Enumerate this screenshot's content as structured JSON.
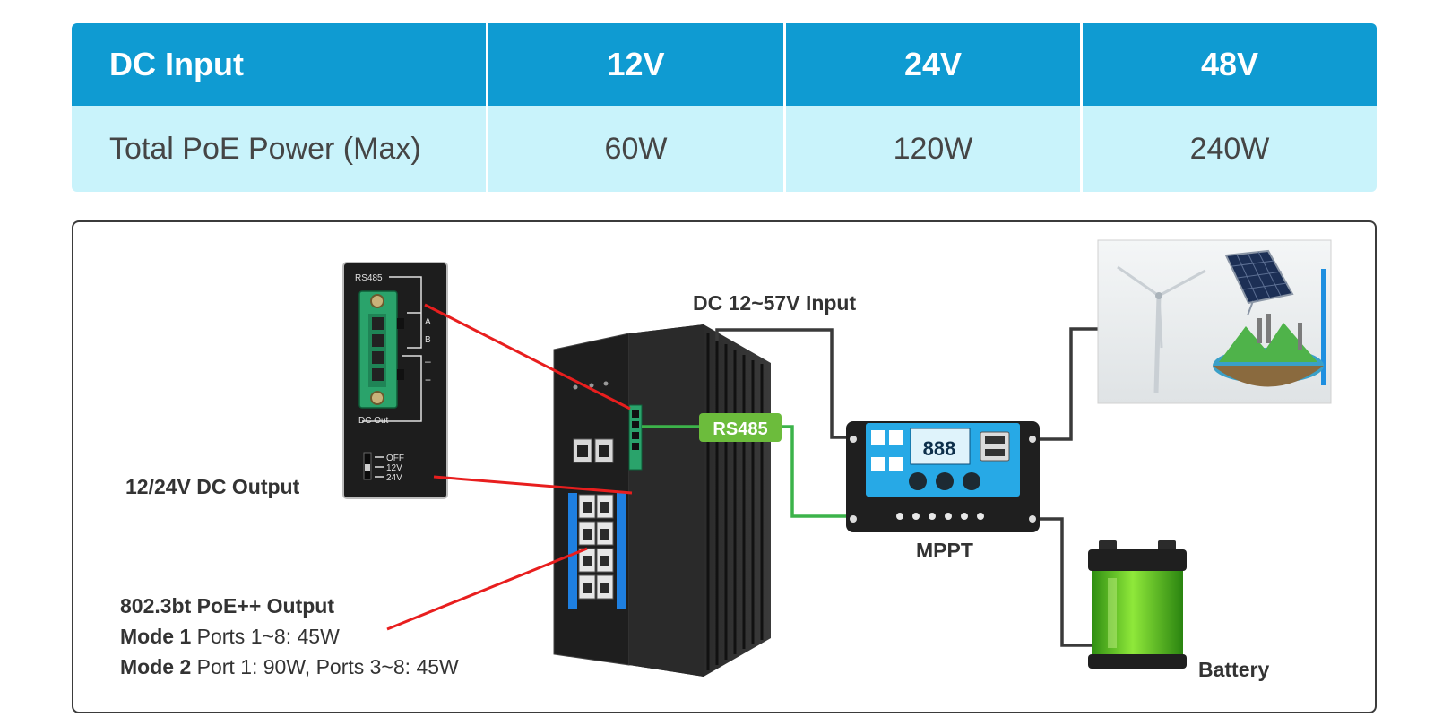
{
  "spec_table": {
    "header": [
      "DC Input",
      "12V",
      "24V",
      "48V"
    ],
    "row": [
      "Total PoE Power (Max)",
      "60W",
      "120W",
      "240W"
    ]
  },
  "diagram": {
    "dc_input_label": "DC 12~57V Input",
    "dc_output_label": "12/24V DC Output",
    "rs485_tag": "RS485",
    "mppt_label": "MPPT",
    "battery_label": "Battery",
    "poe_title": "802.3bt PoE++ Output",
    "mode1": {
      "name": "Mode 1",
      "desc": " Ports 1~8: 45W"
    },
    "mode2": {
      "name": "Mode 2",
      "desc": " Port 1: 90W, Ports 3~8: 45W"
    },
    "connector_panel": {
      "rs485": "RS485",
      "a": "A",
      "b": "B",
      "minus": "–",
      "plus": "+",
      "dc_out": "DC Out",
      "switch_off": "OFF",
      "switch_12v": "12V",
      "switch_24v": "24V"
    },
    "controller_display": "888"
  },
  "colors": {
    "header_blue": "#0f9bd2",
    "row_cyan": "#c9f3fb",
    "line_red": "#e81e1e",
    "line_green": "#3cb34a",
    "tag_green": "#6cbc3c",
    "controller_blue": "#27a9e6"
  }
}
